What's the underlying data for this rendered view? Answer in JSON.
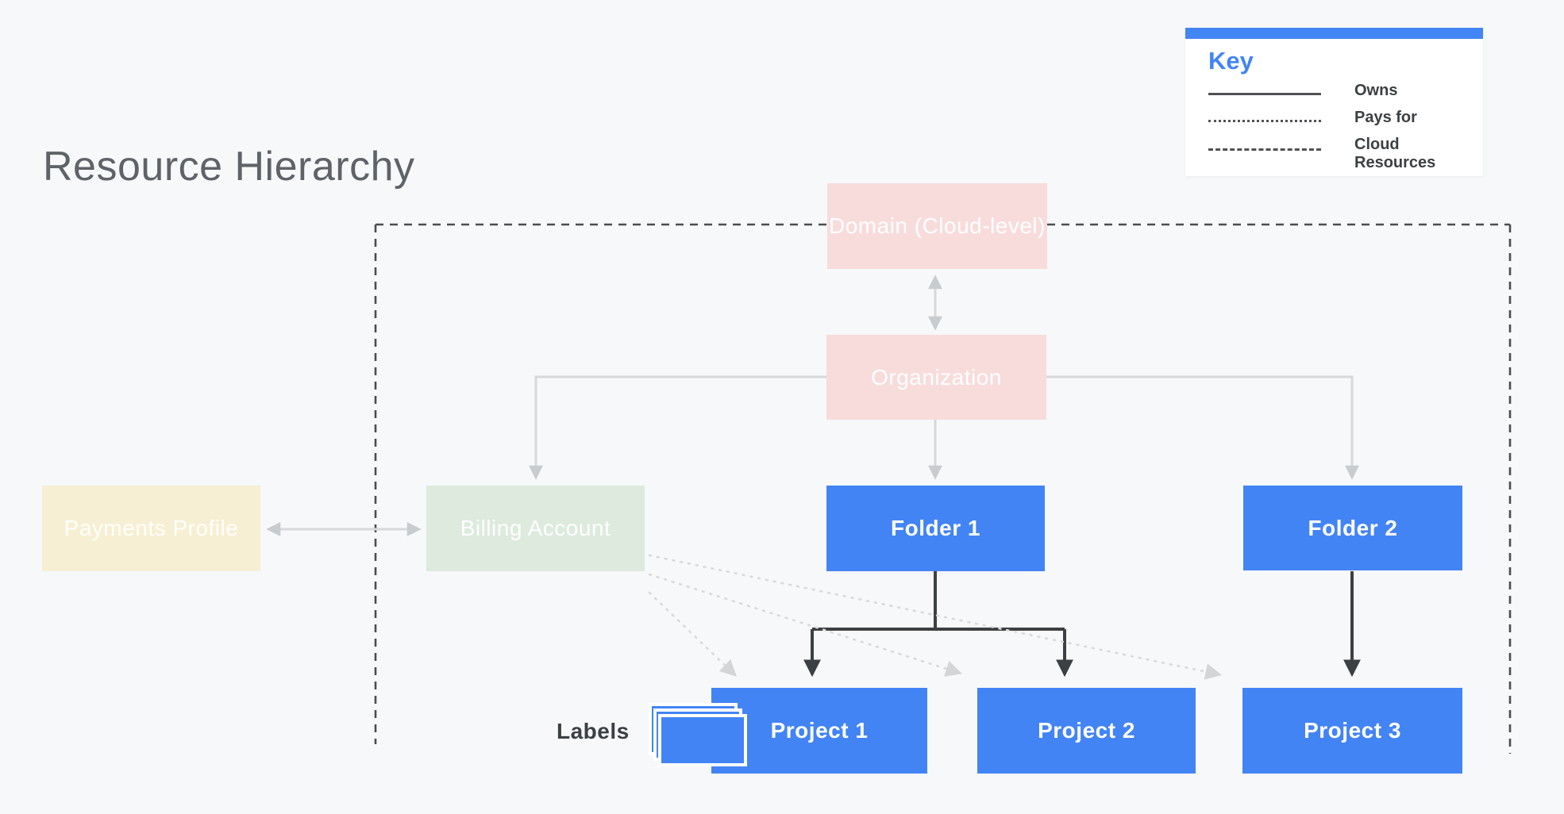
{
  "title": "Resource Hierarchy",
  "key": {
    "title": "Key",
    "items": [
      {
        "label": "Owns",
        "line_style": "solid"
      },
      {
        "label": "Pays for",
        "line_style": "dotted"
      },
      {
        "label": "Cloud Resources",
        "line_style": "dashed"
      }
    ]
  },
  "nodes": {
    "domain": "Domain (Cloud-level)",
    "organization": "Organization",
    "payments_profile": "Payments Profile",
    "billing_account": "Billing Account",
    "folder_1": "Folder 1",
    "folder_2": "Folder 2",
    "project_1": "Project 1",
    "project_2": "Project 2",
    "project_3": "Project 3"
  },
  "annotations": {
    "labels_caption": "Labels"
  },
  "colors": {
    "accent_blue": "#4284f4",
    "node_pink": "#f8dcdc",
    "node_green": "#ddeadd",
    "node_cream": "#f7efd3",
    "background": "#f6f8f9",
    "owns_line_gray": "#d6d8da",
    "hierarchy_line_dark": "#3d4043",
    "cloud_boundary_dash": "#4b4d4f"
  }
}
